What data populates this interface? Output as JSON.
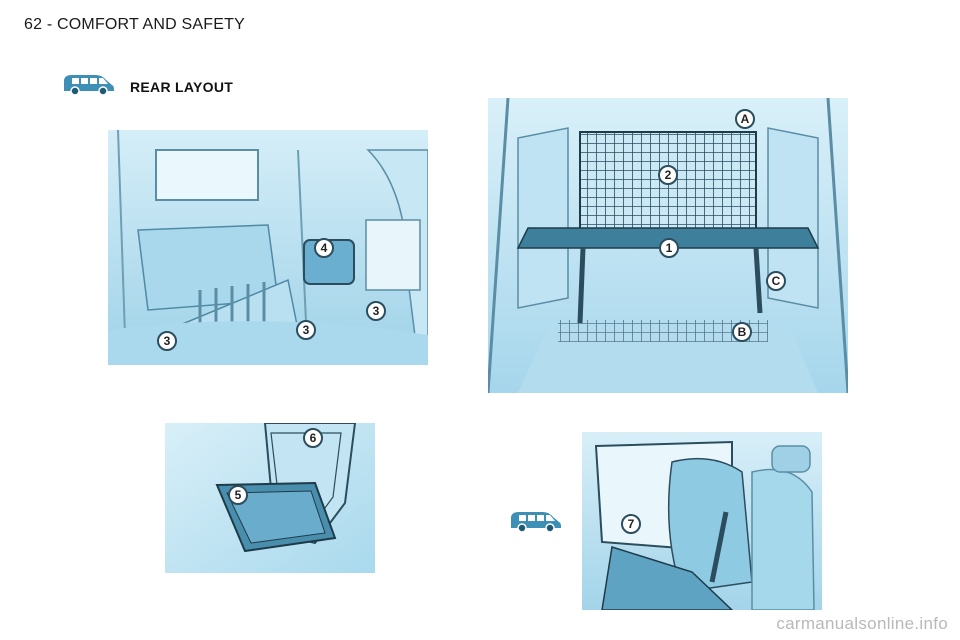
{
  "page": {
    "header": "62 - COMFORT AND SAFETY",
    "section_title": "REAR LAYOUT",
    "watermark": "carmanualsonline.info"
  },
  "colors": {
    "illustration_fill": "#bfe3f3",
    "illustration_dark": "#5fa8c8",
    "line": "#2b4d5e",
    "badge_fill": "#ffffff"
  },
  "icons": [
    "van-icon",
    "van-icon-small"
  ],
  "callouts": {
    "left_interior": [
      "4",
      "3",
      "3",
      "3"
    ],
    "rear_opening": [
      "A",
      "2",
      "1",
      "C",
      "B"
    ],
    "floor_compartment": [
      "6",
      "5"
    ],
    "seat_detail": [
      "7"
    ]
  }
}
